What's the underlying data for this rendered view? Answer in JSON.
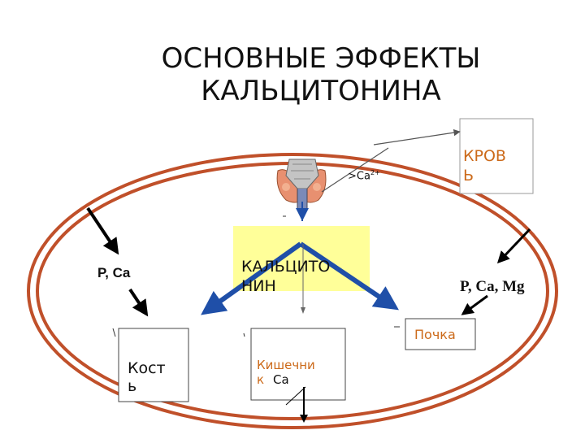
{
  "title": {
    "line1": "ОСНОВНЫЕ ЭФФЕКТЫ",
    "line2": "КАЛЬЦИТОНИНА"
  },
  "colors": {
    "ellipse": "#c0502a",
    "calcitonin_box": "#ffff99",
    "arrow_blue": "#1f4fa8",
    "arrow_black": "#000000",
    "orange_text": "#cc6a1a"
  },
  "icons": {
    "gland": "thyroid-gland-icon"
  },
  "nodes": {
    "blood_label": "КРОВ\nЬ",
    "calcitonin_label": "КАЛЬЦИТО\nНИН",
    "bone_label": "Кост\nь",
    "intestine_label": "Кишечни\nк",
    "kidney_label": "Почка"
  },
  "annotations": {
    "ca2": ">Ca",
    "ca2_sup": "2+",
    "bone_ions": "P, Ca",
    "kidney_ions": "P, Ca, Mg",
    "intestine_ca": "Ca"
  }
}
